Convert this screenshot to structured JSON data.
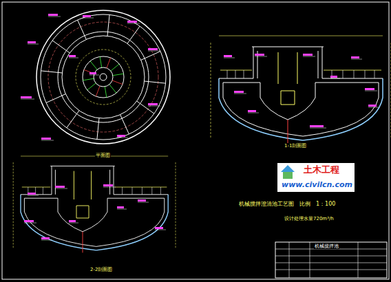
{
  "diagram": {
    "title": "机械搅拌澄清池工艺图　比例　1：100",
    "labels": [
      "平面图",
      "1-1剖面图",
      "2-2剖面图",
      "设计处理水量720m³/h",
      "土木工程",
      "www.civilcn.com",
      "机械搅拌池"
    ]
  }
}
